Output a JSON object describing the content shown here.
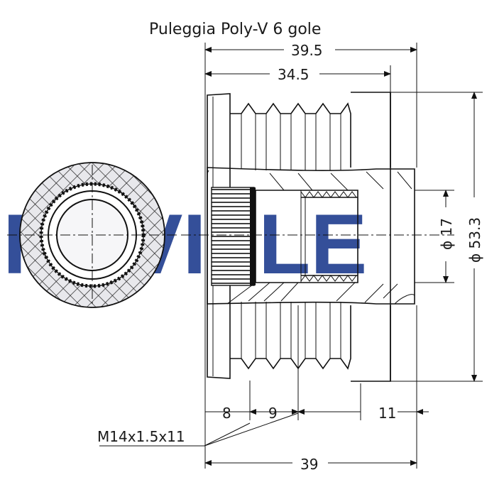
{
  "diagram": {
    "title": "Puleggia Poly-V 6 gole",
    "watermark": "RUVILLE",
    "dimensions": {
      "overall_length": "39.5",
      "groove_length": "34.5",
      "bore_diameter": "ϕ 17",
      "outer_diameter": "ϕ 53.3",
      "seg_a": "8",
      "seg_b": "9",
      "seg_c": "11",
      "total_bottom": "39",
      "thread": "M14x1.5x11"
    },
    "colors": {
      "watermark": "#1f3c8f",
      "line": "#111111"
    }
  }
}
